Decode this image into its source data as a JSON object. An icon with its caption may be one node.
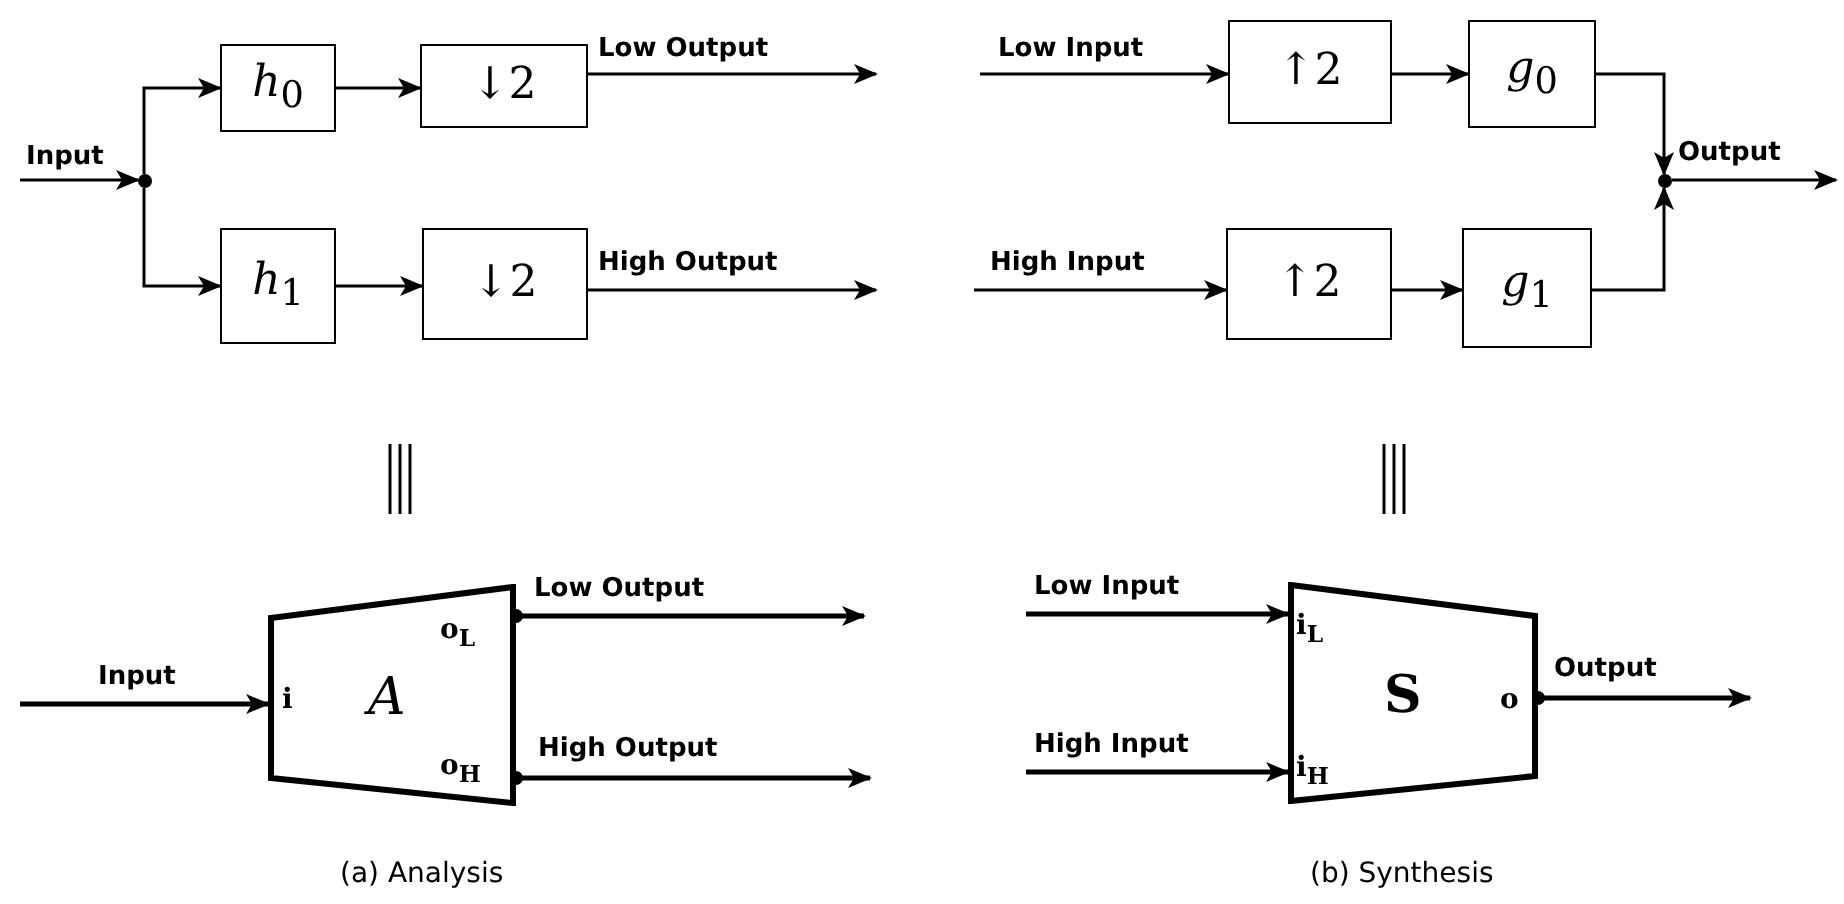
{
  "diagram": {
    "nodes": [
      {
        "text": [
          "*h*$_{0}$"
        ]
      },
      {
        "text": [
          "↓2"
        ]
      },
      {
        "text": [
          "*h*$_{1}$"
        ]
      },
      {
        "text": [
          "↓2"
        ]
      },
      {
        "text": [],
        "shape": "circle"
      },
      {
        "text": [
          "↑2"
        ]
      },
      {
        "text": [
          "*g*$_{0}$"
        ]
      },
      {
        "text": [
          "↑2"
        ]
      },
      {
        "text": [
          "*g*$_{1}$"
        ]
      },
      {
        "text": [],
        "shape": "circle"
      },
      {
        "text": [
          "i",
          "A",
          "o$_{L}$",
          "o$_{H}$"
        ]
      },
      {
        "text": [
          "i$_{L}$",
          "i$_{H}$",
          "S",
          "o"
        ]
      }
    ],
    "edges": [
      {
        "from": null,
        "to": 4,
        "arrow": "to",
        "label": "Input"
      },
      {
        "from": 4,
        "to": 0,
        "arrow": "to"
      },
      {
        "from": 4,
        "to": 2,
        "arrow": "to"
      },
      {
        "from": 0,
        "to": 1,
        "arrow": "to"
      },
      {
        "from": 2,
        "to": 3,
        "arrow": "to"
      },
      {
        "from": 1,
        "to": null,
        "arrow": "to",
        "label": "Low Output"
      },
      {
        "from": 3,
        "to": null,
        "arrow": "to",
        "label": "High Output"
      },
      {
        "from": null,
        "to": 5,
        "arrow": "to",
        "label": "Low Input"
      },
      {
        "from": 5,
        "to": 6,
        "arrow": "to"
      },
      {
        "from": null,
        "to": 7,
        "arrow": "to",
        "label": "High Input"
      },
      {
        "from": 7,
        "to": 8,
        "arrow": "to"
      },
      {
        "from": 6,
        "to": 9,
        "arrow": "to"
      },
      {
        "from": 8,
        "to": 9,
        "arrow": "to"
      },
      {
        "from": 9,
        "to": null,
        "arrow": "to",
        "label": "Output"
      },
      {
        "from": null,
        "to": 10,
        "arrow": "to",
        "label": "Input"
      },
      {
        "from": 10,
        "to": null,
        "arrow": "to",
        "label": "Low Output"
      },
      {
        "from": 10,
        "to": null,
        "arrow": "to",
        "label": "High Output"
      },
      {
        "from": null,
        "to": 11,
        "arrow": "to",
        "label": "Low Input"
      },
      {
        "from": null,
        "to": 11,
        "arrow": "to",
        "label": "High Input"
      },
      {
        "from": 11,
        "to": null,
        "arrow": "to",
        "label": "Output"
      }
    ],
    "labels": [
      "(a) Analysis",
      "(b) Synthesis"
    ]
  }
}
